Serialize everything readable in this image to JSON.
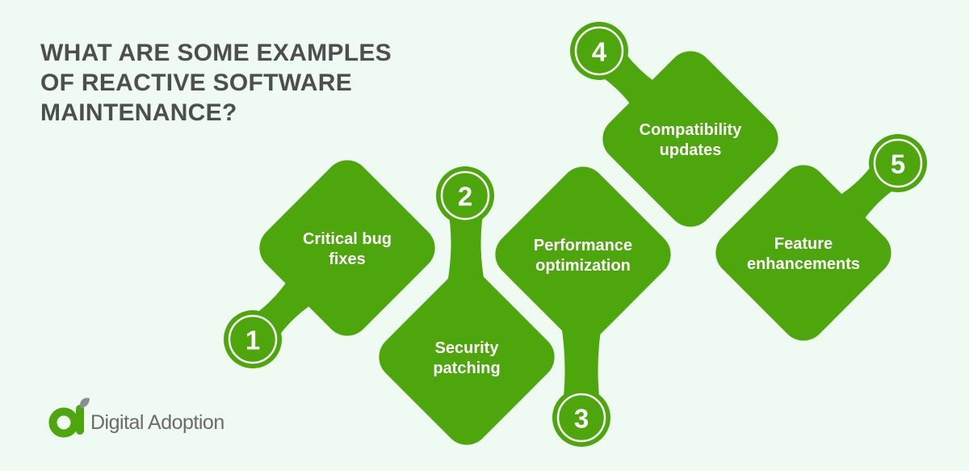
{
  "title": {
    "lines": [
      "WHAT ARE SOME EXAMPLES",
      "OF REACTIVE SOFTWARE",
      "MAINTENANCE?"
    ]
  },
  "items": [
    {
      "number": "1",
      "label_lines": [
        "Critical bug",
        "fixes"
      ]
    },
    {
      "number": "2",
      "label_lines": [
        "Security",
        "patching"
      ]
    },
    {
      "number": "3",
      "label_lines": [
        "Performance",
        "optimization"
      ]
    },
    {
      "number": "4",
      "label_lines": [
        "Compatibility",
        "updates"
      ]
    },
    {
      "number": "5",
      "label_lines": [
        "Feature",
        "enhancements"
      ]
    }
  ],
  "footer": {
    "brand": "Digital Adoption"
  },
  "colors": {
    "shape_green": "#4CA60C",
    "background_mint": "#EFFAF2",
    "title_gray": "#4D4F4E",
    "brand_text_gray": "#6B6B6B",
    "label_white": "#FFFFFF",
    "leaf_gray": "#8A9090"
  }
}
